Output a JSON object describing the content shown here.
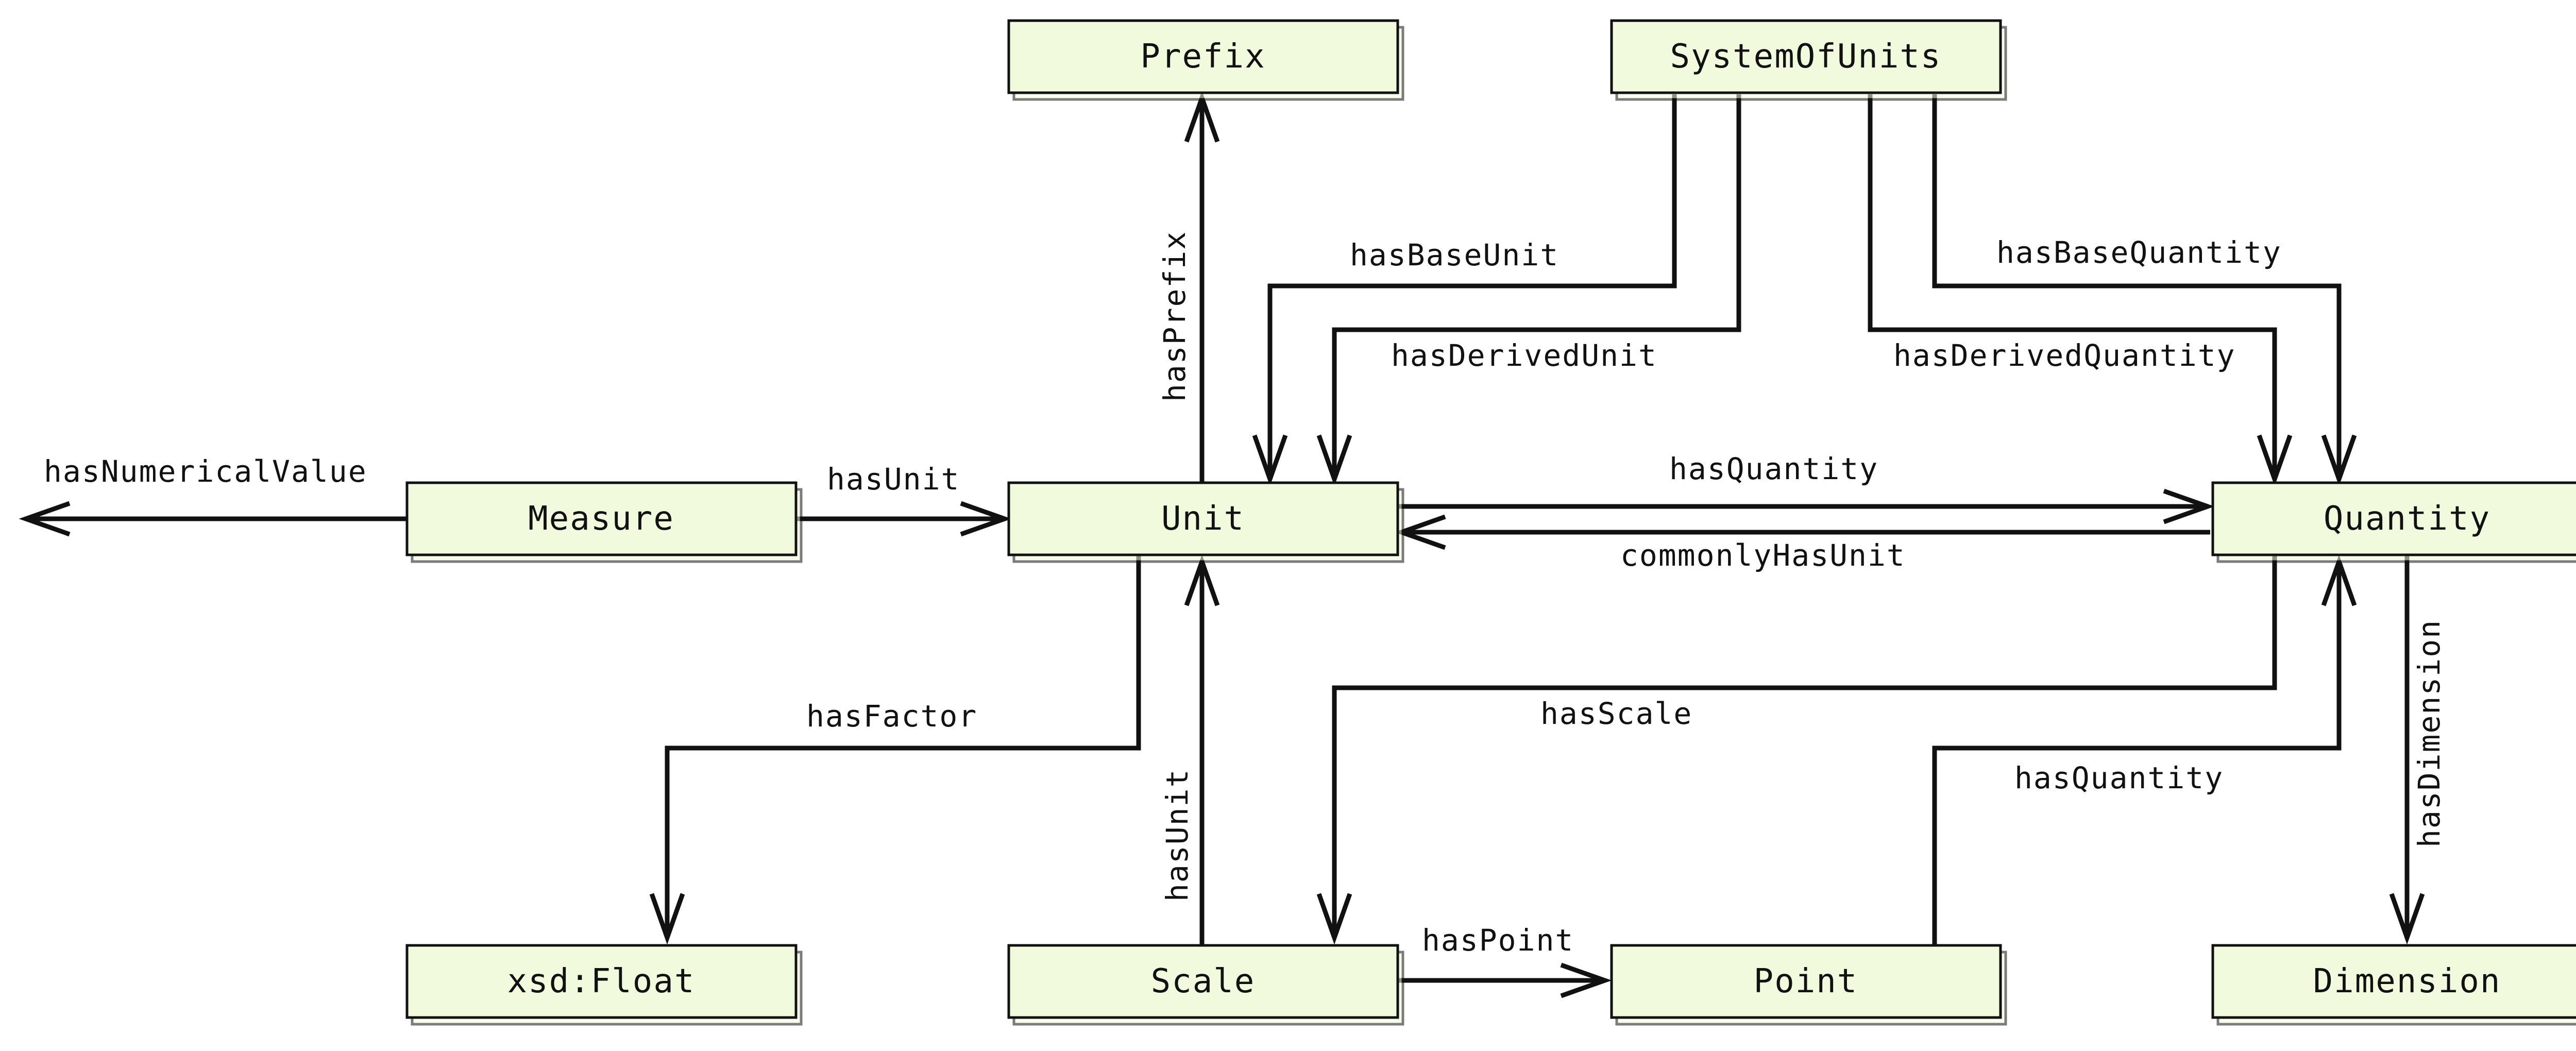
{
  "nodes": [
    {
      "id": "prefix",
      "label": "Prefix"
    },
    {
      "id": "systemofunits",
      "label": "SystemOfUnits"
    },
    {
      "id": "measure",
      "label": "Measure"
    },
    {
      "id": "unit",
      "label": "Unit"
    },
    {
      "id": "quantity",
      "label": "Quantity"
    },
    {
      "id": "xsdfloat",
      "label": "xsd:Float"
    },
    {
      "id": "scale",
      "label": "Scale"
    },
    {
      "id": "point",
      "label": "Point"
    },
    {
      "id": "dimension",
      "label": "Dimension"
    }
  ],
  "edges": [
    {
      "id": "hasnumericalvalue",
      "label": "hasNumericalValue",
      "from": "measure",
      "to": ""
    },
    {
      "id": "measure-hasunit",
      "label": "hasUnit",
      "from": "measure",
      "to": "unit"
    },
    {
      "id": "hasprefix",
      "label": "hasPrefix",
      "from": "unit",
      "to": "prefix"
    },
    {
      "id": "hasbaseunit",
      "label": "hasBaseUnit",
      "from": "systemofunits",
      "to": "unit"
    },
    {
      "id": "hasderivedunit",
      "label": "hasDerivedUnit",
      "from": "systemofunits",
      "to": "unit"
    },
    {
      "id": "hasbasequantity",
      "label": "hasBaseQuantity",
      "from": "systemofunits",
      "to": "quantity"
    },
    {
      "id": "hasderivedquantity",
      "label": "hasDerivedQuantity",
      "from": "systemofunits",
      "to": "quantity"
    },
    {
      "id": "unit-hasquantity",
      "label": "hasQuantity",
      "from": "unit",
      "to": "quantity"
    },
    {
      "id": "commonlyhasunit",
      "label": "commonlyHasUnit",
      "from": "quantity",
      "to": "unit"
    },
    {
      "id": "hasfactor",
      "label": "hasFactor",
      "from": "unit",
      "to": "xsdfloat"
    },
    {
      "id": "scale-hasunit",
      "label": "hasUnit",
      "from": "scale",
      "to": "unit"
    },
    {
      "id": "hasscale",
      "label": "hasScale",
      "from": "quantity",
      "to": "scale"
    },
    {
      "id": "point-hasquantity",
      "label": "hasQuantity",
      "from": "point",
      "to": "quantity"
    },
    {
      "id": "hasdimension",
      "label": "hasDimension",
      "from": "quantity",
      "to": "dimension"
    },
    {
      "id": "haspoint",
      "label": "hasPoint",
      "from": "scale",
      "to": "point"
    }
  ]
}
